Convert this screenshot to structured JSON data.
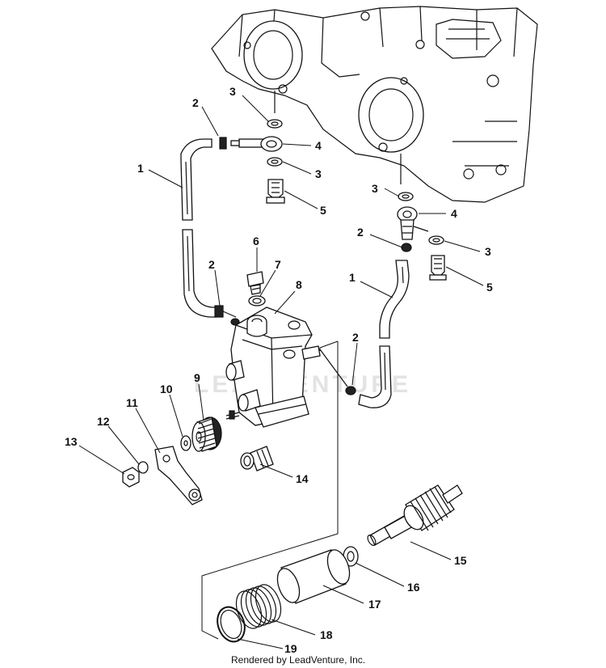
{
  "diagram": {
    "callouts": {
      "c1a": "1",
      "c2a": "2",
      "c3a": "3",
      "c4a": "4",
      "c3b": "3",
      "c5a": "5",
      "c3c": "3",
      "c4b": "4",
      "c2b": "2",
      "c3d": "3",
      "c5b": "5",
      "c6": "6",
      "c7": "7",
      "c8": "8",
      "c2c": "2",
      "c1b": "1",
      "c2d": "2",
      "c9": "9",
      "c10": "10",
      "c11": "11",
      "c12": "12",
      "c13": "13",
      "c14": "14",
      "c15": "15",
      "c16": "16",
      "c17": "17",
      "c18": "18",
      "c19": "19"
    },
    "watermark": "LEADVENTURE",
    "credit": "Rendered by LeadVenture, Inc."
  }
}
